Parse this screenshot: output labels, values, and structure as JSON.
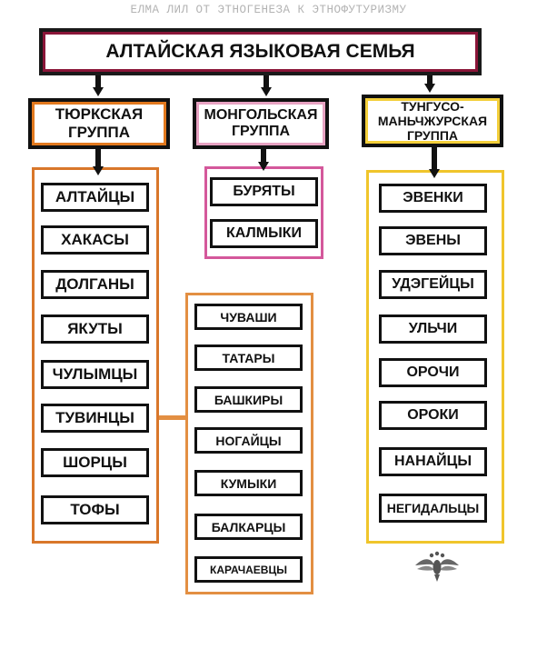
{
  "watermark": "ЕЛМА ЛИЛ ОТ ЭТНОГЕНЕЗА К ЭТНОФУТУРИЗМУ",
  "title": "АЛТАЙСКАЯ ЯЗЫКОВАЯ СЕМЬЯ",
  "groups": {
    "turkic": {
      "line1": "ТЮРКСКАЯ",
      "line2": "ГРУППА"
    },
    "mongolic": {
      "line1": "МОНГОЛЬСКАЯ",
      "line2": "ГРУППА"
    },
    "tungusic": {
      "line1": "ТУНГУСО-",
      "line2": "МАНЬЧЖУРСКАЯ",
      "line3": "ГРУППА"
    }
  },
  "turkic_peoples": [
    "АЛТАЙЦЫ",
    "ХАКАСЫ",
    "ДОЛГАНЫ",
    "ЯКУТЫ",
    "ЧУЛЫМЦЫ",
    "ТУВИНЦЫ",
    "ШОРЦЫ",
    "ТОФЫ"
  ],
  "turkic_west_peoples": [
    "ЧУВАШИ",
    "ТАТАРЫ",
    "БАШКИРЫ",
    "НОГАЙЦЫ",
    "КУМЫКИ",
    "БАЛКАРЦЫ",
    "КАРАЧАЕВЦЫ"
  ],
  "mongolic_peoples": [
    "БУРЯТЫ",
    "КАЛМЫКИ"
  ],
  "tungusic_peoples": [
    "ЭВЕНКИ",
    "ЭВЕНЫ",
    "УДЭГЕЙЦЫ",
    "УЛЬЧИ",
    "ОРОЧИ",
    "ОРОКИ",
    "НАНАЙЦЫ",
    "НЕГИДАЛЬЦЫ"
  ],
  "colors": {
    "title_inner": "#8a1538",
    "turkic": "#e2791e",
    "mongolic": "#d4589b",
    "tungusic": "#f0c52b",
    "turkic_west": "#e38f42",
    "arrow": "#111111"
  },
  "logo_icon": "winged-emblem-icon"
}
